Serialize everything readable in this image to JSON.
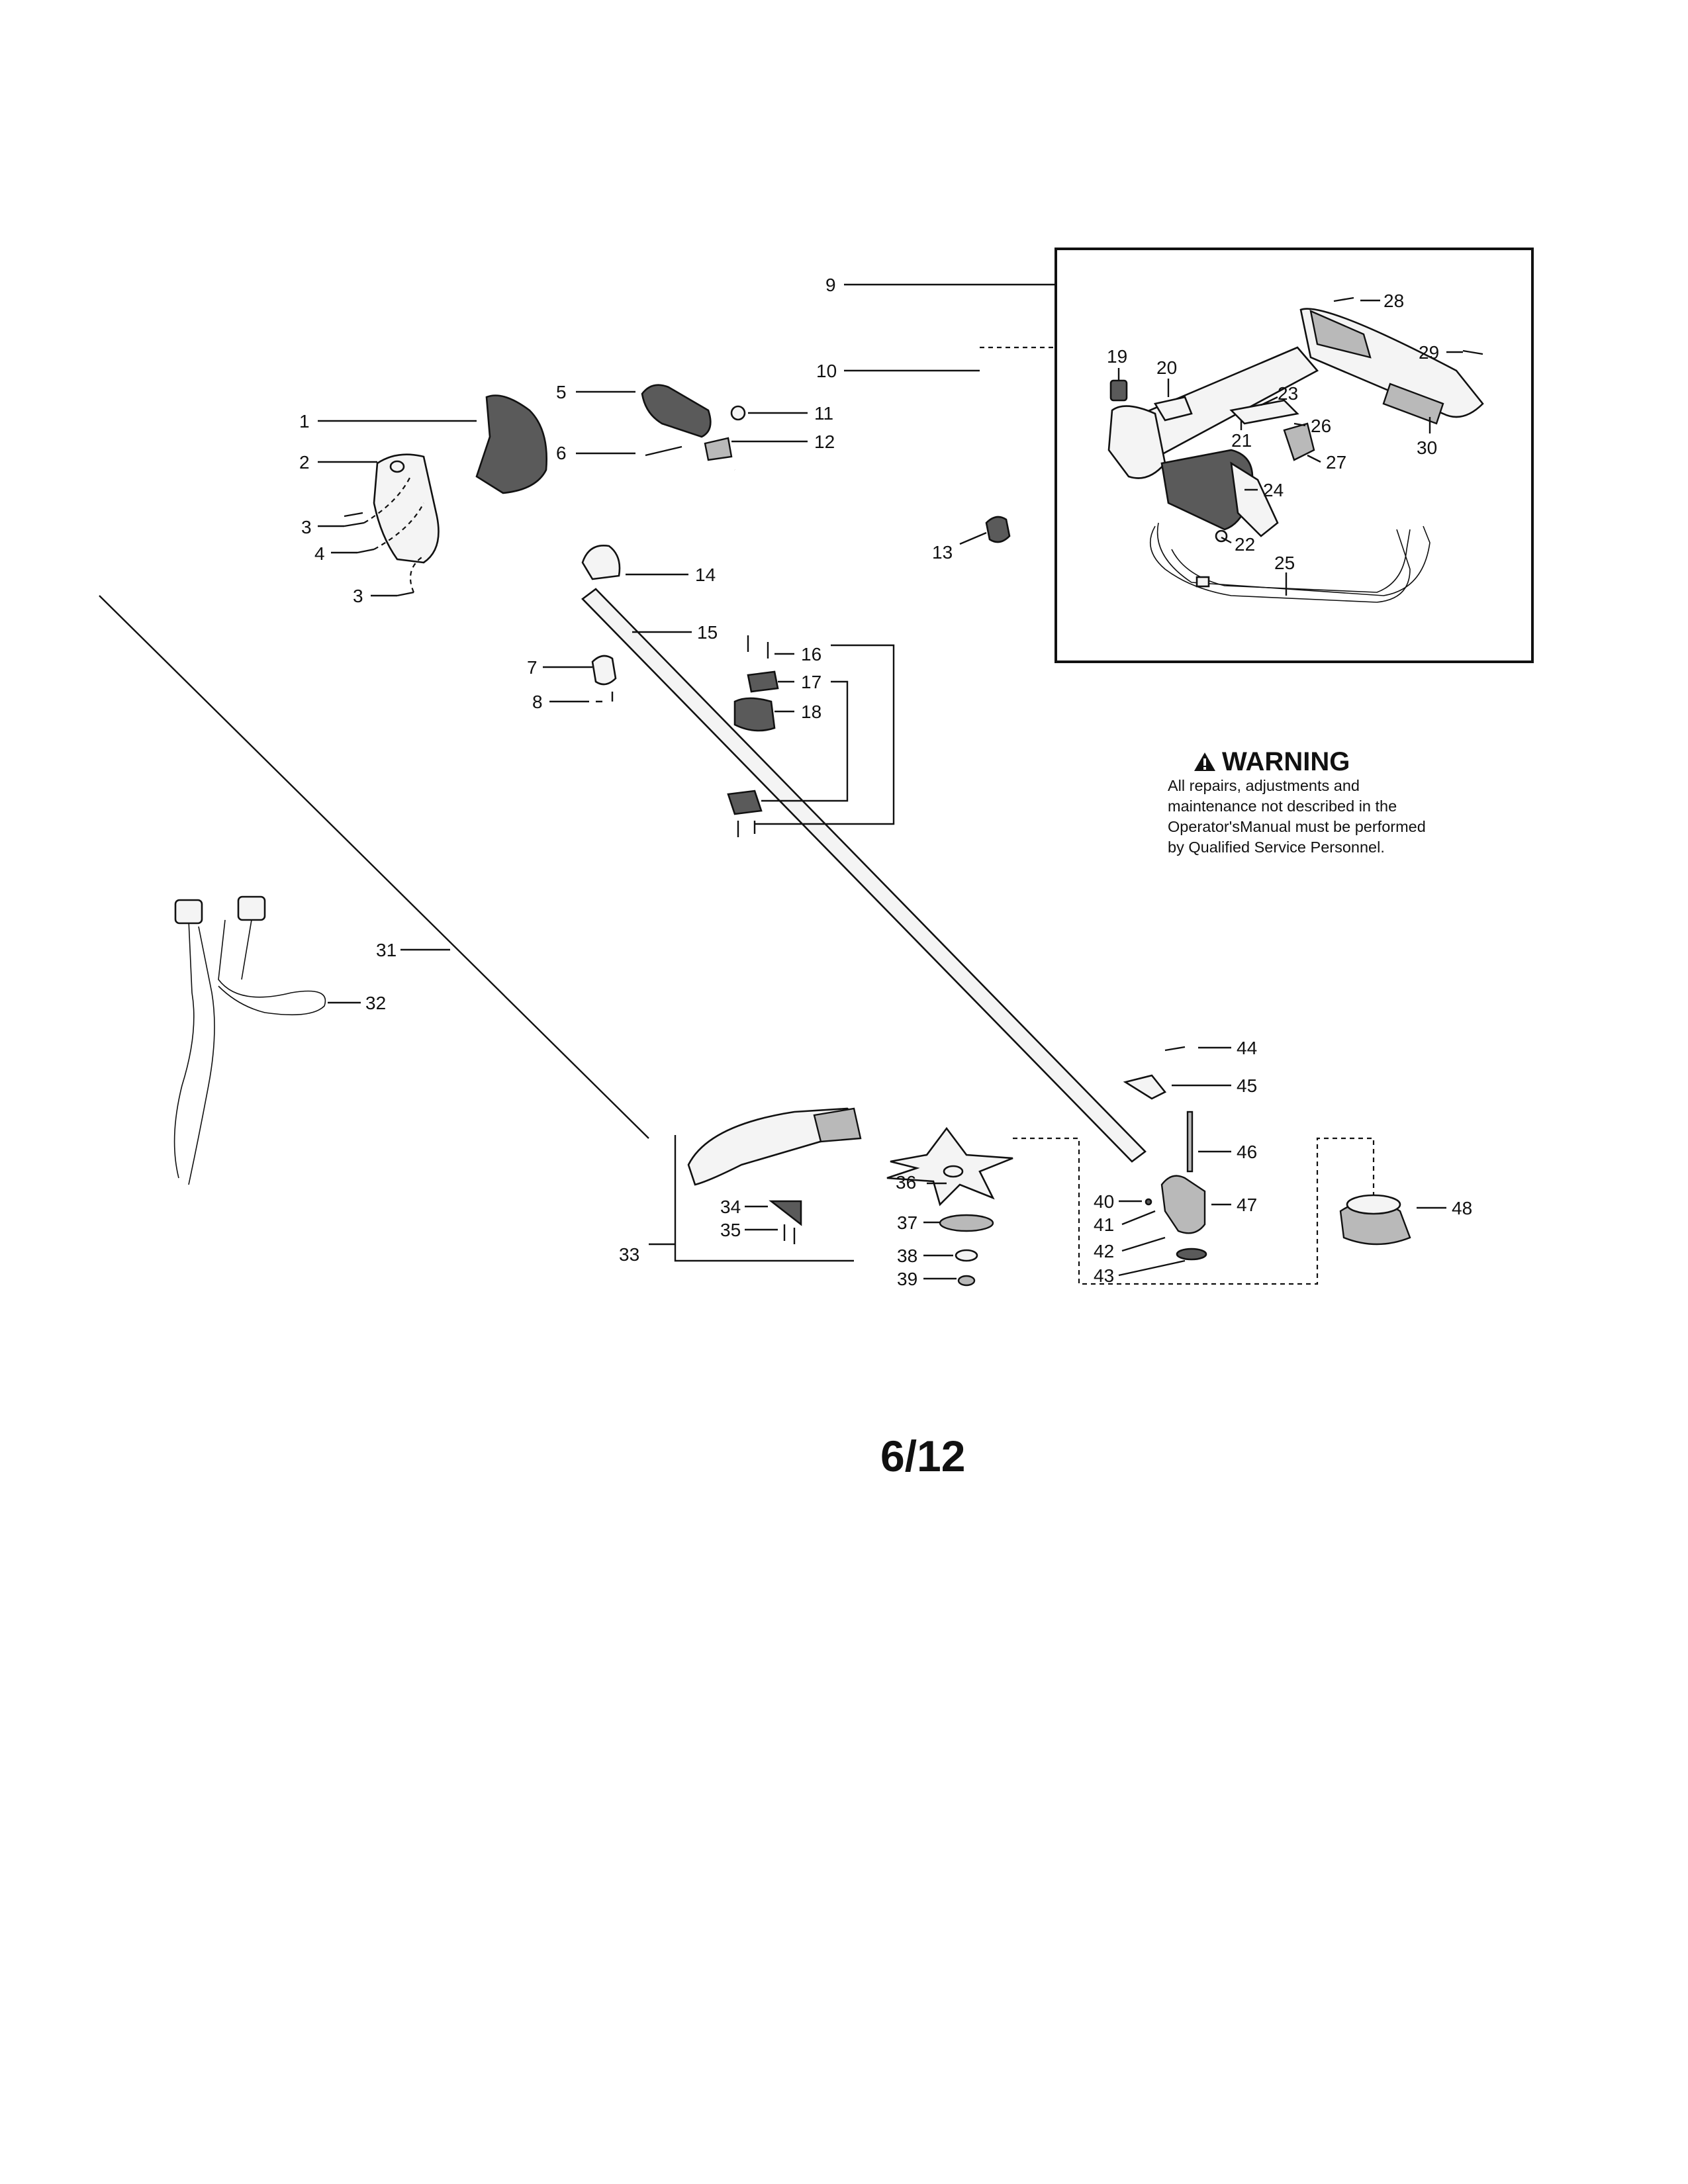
{
  "callouts": {
    "c1": "1",
    "c2": "2",
    "c3a": "3",
    "c3b": "3",
    "c4": "4",
    "c5": "5",
    "c6": "6",
    "c7": "7",
    "c8": "8",
    "c9": "9",
    "c10": "10",
    "c11": "11",
    "c12": "12",
    "c13": "13",
    "c14": "14",
    "c15": "15",
    "c16": "16",
    "c17": "17",
    "c18": "18",
    "c19": "19",
    "c20": "20",
    "c21": "21",
    "c22": "22",
    "c23": "23",
    "c24": "24",
    "c25": "25",
    "c26": "26",
    "c27": "27",
    "c28": "28",
    "c29": "29",
    "c30": "30",
    "c31": "31",
    "c32": "32",
    "c33": "33",
    "c34": "34",
    "c35": "35",
    "c36": "36",
    "c37": "37",
    "c38": "38",
    "c39": "39",
    "c40": "40",
    "c41": "41",
    "c42": "42",
    "c43": "43",
    "c44": "44",
    "c45": "45",
    "c46": "46",
    "c47": "47",
    "c48": "48"
  },
  "warning": {
    "title": "WARNING",
    "text": "All repairs, adjustments and maintenance not described in the Operator'sManual must be performed by Qualified Service Personnel."
  },
  "page_number": "6/12"
}
